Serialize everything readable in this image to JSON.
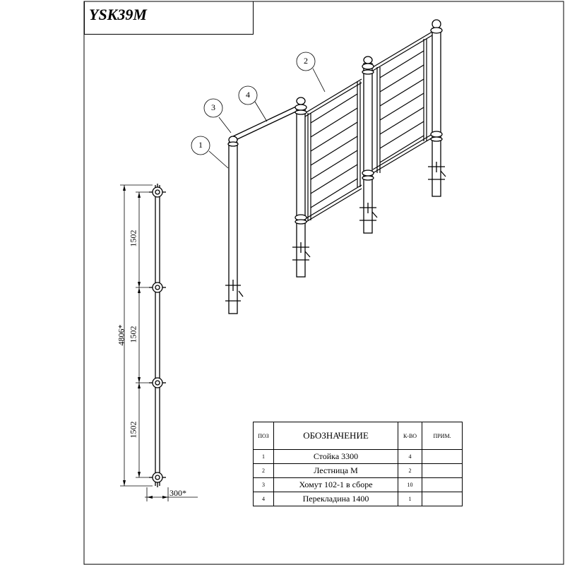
{
  "title": "YSK39M",
  "callouts": [
    "1",
    "2",
    "3",
    "4"
  ],
  "dimensions": {
    "total_height": "4806*",
    "spacing_top": "1502",
    "spacing_middle": "1502",
    "spacing_bottom": "1502",
    "width": "300*"
  },
  "spec_table": {
    "headers": [
      "ПОЗ",
      "ОБОЗНАЧЕНИЕ",
      "К-ВО",
      "ПРИМ."
    ],
    "rows": [
      {
        "pos": "1",
        "name": "Стойка 3300",
        "qty": "4",
        "note": ""
      },
      {
        "pos": "2",
        "name": "Лестница М",
        "qty": "2",
        "note": ""
      },
      {
        "pos": "3",
        "name": "Хомут 102-1 в сборе",
        "qty": "10",
        "note": ""
      },
      {
        "pos": "4",
        "name": "Перекладина 1400",
        "qty": "1",
        "note": ""
      }
    ]
  }
}
